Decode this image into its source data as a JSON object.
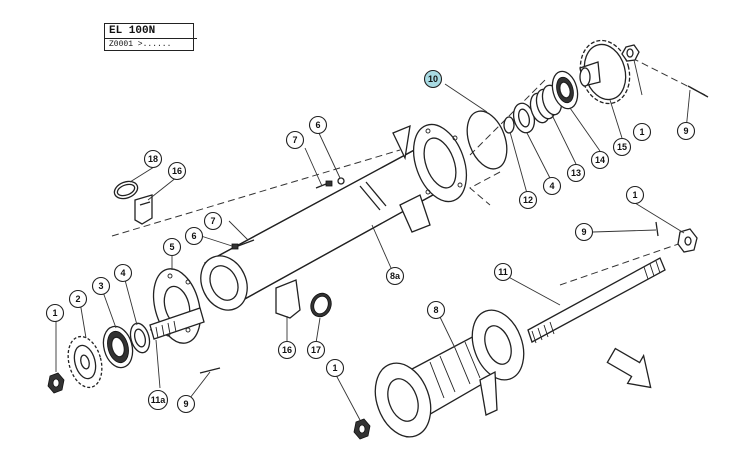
{
  "header": {
    "model": "EL  100N",
    "code": "Z0001  >......"
  },
  "colors": {
    "line": "#222222",
    "highlight_label": "#a9dbe3",
    "background": "#ffffff"
  },
  "callouts": [
    {
      "id": "c-1-top",
      "text": "1"
    },
    {
      "id": "c-9-top",
      "text": "9"
    },
    {
      "id": "c-15",
      "text": "15"
    },
    {
      "id": "c-14",
      "text": "14"
    },
    {
      "id": "c-13",
      "text": "13"
    },
    {
      "id": "c-4-top",
      "text": "4"
    },
    {
      "id": "c-12",
      "text": "12"
    },
    {
      "id": "c-10",
      "text": "10"
    },
    {
      "id": "c-7-top",
      "text": "7"
    },
    {
      "id": "c-6-top",
      "text": "6"
    },
    {
      "id": "c-18",
      "text": "18"
    },
    {
      "id": "c-16-top",
      "text": "16"
    },
    {
      "id": "c-7-mid",
      "text": "7"
    },
    {
      "id": "c-6-mid",
      "text": "6"
    },
    {
      "id": "c-8a",
      "text": "8a"
    },
    {
      "id": "c-5",
      "text": "5"
    },
    {
      "id": "c-4-left",
      "text": "4"
    },
    {
      "id": "c-3",
      "text": "3"
    },
    {
      "id": "c-2",
      "text": "2"
    },
    {
      "id": "c-1-left",
      "text": "1"
    },
    {
      "id": "c-11a",
      "text": "11a"
    },
    {
      "id": "c-9-bottom",
      "text": "9"
    },
    {
      "id": "c-16-bottom",
      "text": "16"
    },
    {
      "id": "c-17",
      "text": "17"
    },
    {
      "id": "c-1-right",
      "text": "1"
    },
    {
      "id": "c-9-right",
      "text": "9"
    },
    {
      "id": "c-11",
      "text": "11"
    },
    {
      "id": "c-8",
      "text": "8"
    },
    {
      "id": "c-1-bottom",
      "text": "1"
    }
  ]
}
